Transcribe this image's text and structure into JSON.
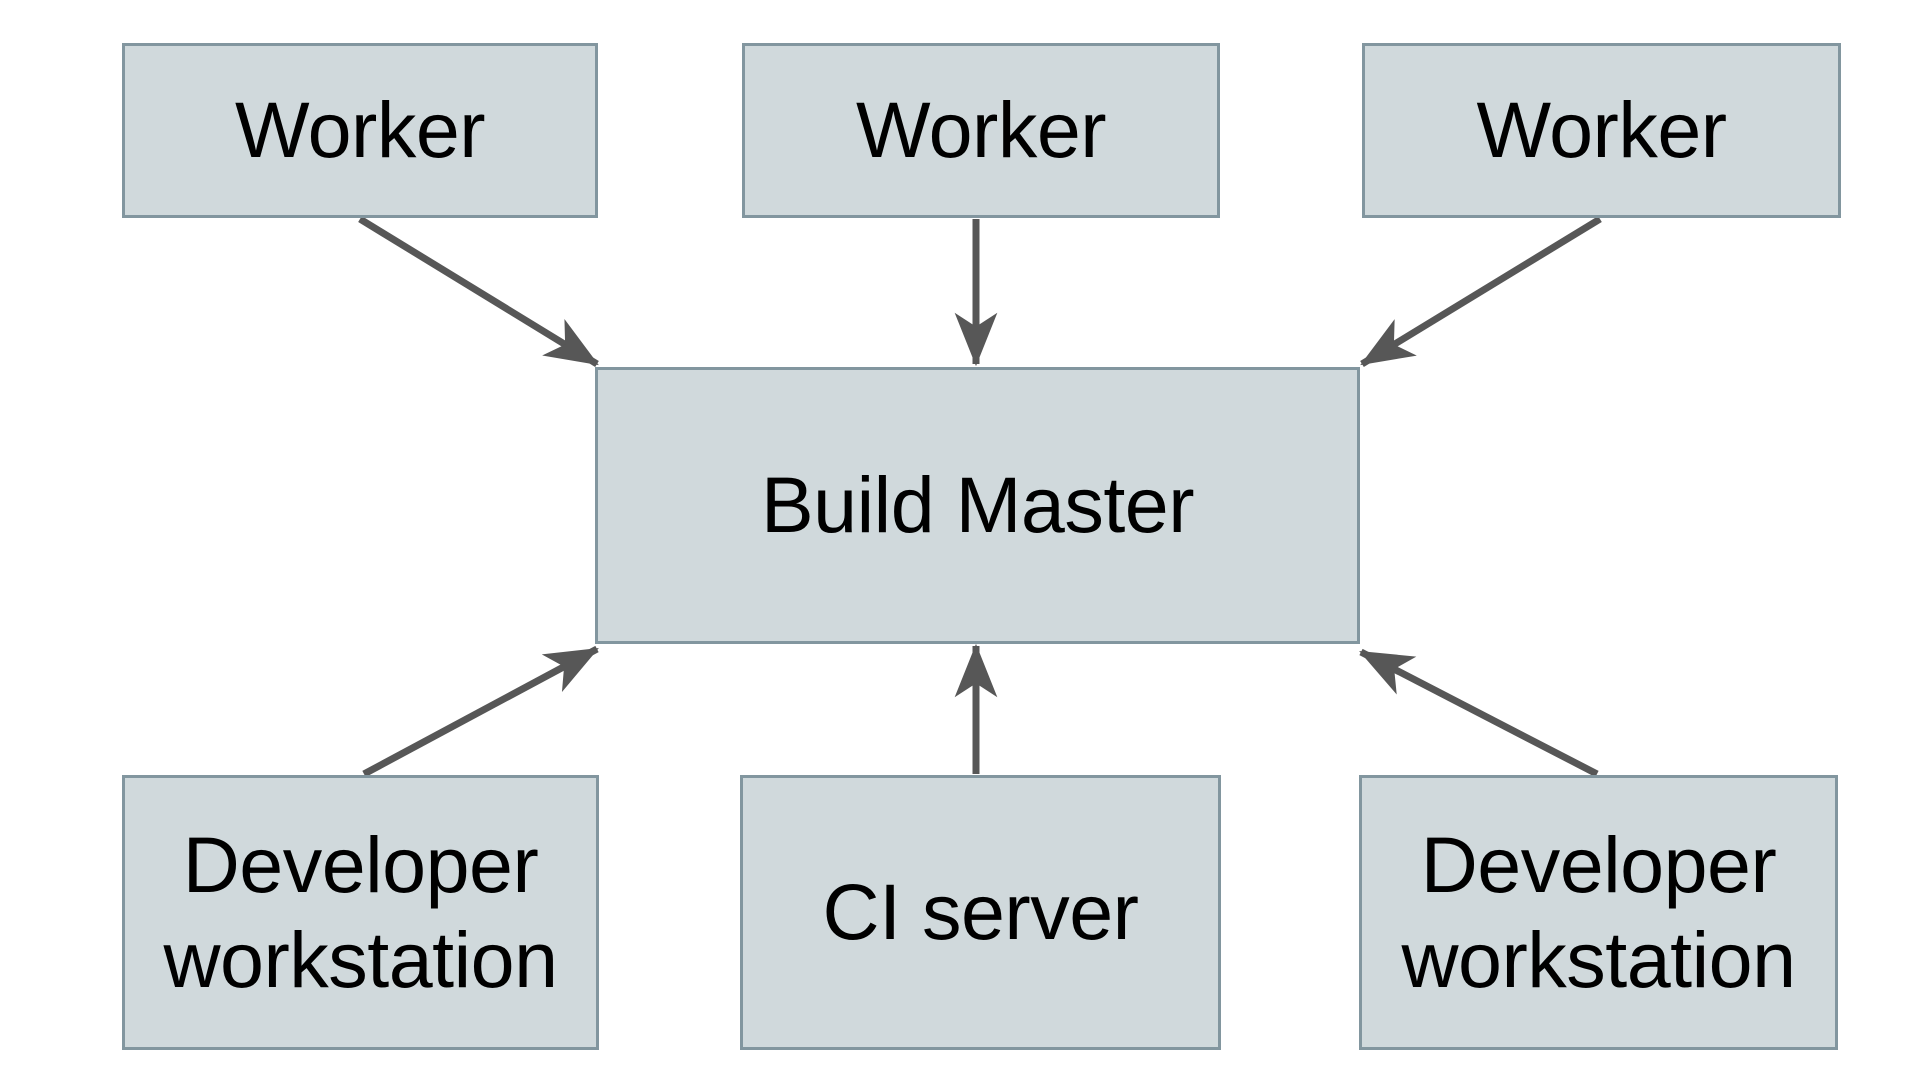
{
  "diagram": {
    "type": "architecture-diagram",
    "background": "#ffffff",
    "palette": {
      "node_fill": "#d0d9dc",
      "node_border": "#82969f",
      "arrow_color": "#575757",
      "text_color": "#000000"
    },
    "nodes": [
      {
        "id": "worker-1",
        "label": "Worker"
      },
      {
        "id": "worker-2",
        "label": "Worker"
      },
      {
        "id": "worker-3",
        "label": "Worker"
      },
      {
        "id": "build-master",
        "label": "Build Master"
      },
      {
        "id": "dev-left",
        "label": "Developer workstation"
      },
      {
        "id": "ci-server",
        "label": "CI server"
      },
      {
        "id": "dev-right",
        "label": "Developer workstation"
      }
    ],
    "edges": [
      {
        "from": "worker-1",
        "to": "build-master",
        "direction": "down-right"
      },
      {
        "from": "worker-2",
        "to": "build-master",
        "direction": "down"
      },
      {
        "from": "worker-3",
        "to": "build-master",
        "direction": "down-left"
      },
      {
        "from": "dev-left",
        "to": "build-master",
        "direction": "up-right"
      },
      {
        "from": "ci-server",
        "to": "build-master",
        "direction": "up"
      },
      {
        "from": "dev-right",
        "to": "build-master",
        "direction": "up-left"
      }
    ]
  }
}
